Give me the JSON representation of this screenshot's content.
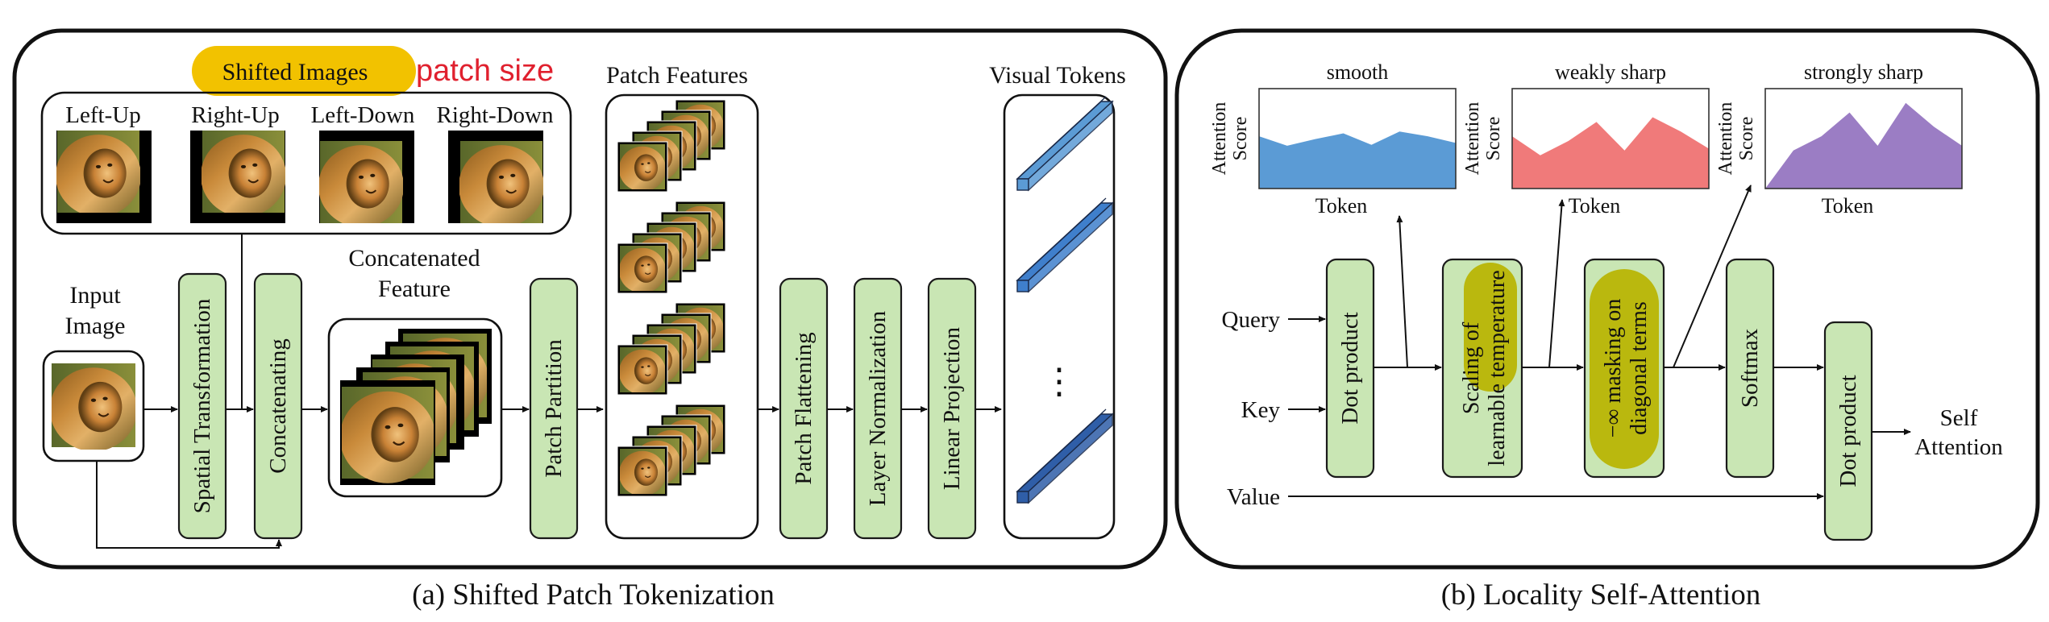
{
  "captions": {
    "left": "(a) Shifted Patch Tokenization",
    "right": "(b) Locality Self-Attention"
  },
  "spt": {
    "shifted_images_label": "Shifted Images",
    "patch_size_label": "patch size",
    "shift_labels": [
      "Left-Up",
      "Right-Up",
      "Left-Down",
      "Right-Down"
    ],
    "input_image_label": [
      "Input",
      "Image"
    ],
    "concatenated_feature_label": [
      "Concatenated",
      "Feature"
    ],
    "patch_features_label": "Patch Features",
    "visual_tokens_label": "Visual Tokens",
    "ellipsis": "⋮",
    "blocks": {
      "spatial_transformation": "Spatial Transformation",
      "concatenating": "Concatenating",
      "patch_partition": "Patch Partition",
      "patch_flattening": "Patch Flattening",
      "layer_normalization": "Layer Normalization",
      "linear_projection": "Linear Projection"
    },
    "colors": {
      "highlight": "#f2c200",
      "patch_size": "#e0202e",
      "block_fill": "#c9e6b4",
      "token_colors": [
        "#5b9bd5",
        "#3f7fcc",
        "#2f5ea8"
      ]
    }
  },
  "lsa": {
    "inputs": {
      "query": "Query",
      "key": "Key",
      "value": "Value"
    },
    "blocks": {
      "dot_product_1": "Dot product",
      "scaling": [
        "Scaling of",
        "learnable temperature"
      ],
      "masking": [
        "−∞ masking on",
        "diagonal terms"
      ],
      "softmax": "Softmax",
      "dot_product_2": "Dot product"
    },
    "output": [
      "Self",
      "Attention"
    ],
    "highlight_color": "#b8b400",
    "charts": [
      {
        "title": "smooth",
        "ylabel": [
          "Attention",
          "Score"
        ],
        "xlabel": "Token",
        "color": "#5b9bd5",
        "values": [
          0.55,
          0.45,
          0.52,
          0.58,
          0.46,
          0.6,
          0.55,
          0.48
        ]
      },
      {
        "title": "weakly sharp",
        "ylabel": [
          "Attention",
          "Score"
        ],
        "xlabel": "Token",
        "color": "#f07a7a",
        "values": [
          0.55,
          0.35,
          0.5,
          0.7,
          0.4,
          0.75,
          0.6,
          0.42
        ]
      },
      {
        "title": "strongly sharp",
        "ylabel": [
          "Attention",
          "Score"
        ],
        "xlabel": "Token",
        "color": "#9b7dc4",
        "values": [
          0.0,
          0.4,
          0.55,
          0.8,
          0.45,
          0.9,
          0.65,
          0.45
        ]
      }
    ]
  }
}
